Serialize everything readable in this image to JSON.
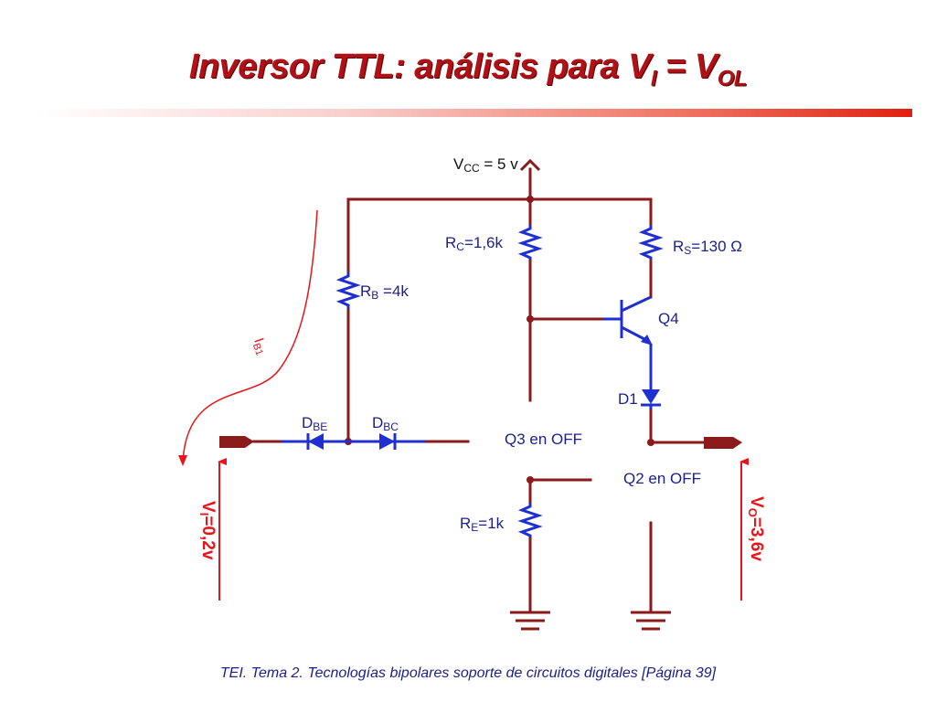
{
  "title": {
    "main": "Inversor TTL: análisis para V",
    "sub1": "I",
    "mid": " = V",
    "sub2": "OL"
  },
  "labels": {
    "vcc": "V",
    "vcc_sub": "CC",
    "vcc_val": " = 5 v",
    "rc": "R",
    "rc_sub": "C",
    "rc_val": "=1,6k",
    "rs": "R",
    "rs_sub": "S",
    "rs_val": "=130 Ω",
    "rb": "R",
    "rb_sub": "B",
    "rb_val": " =4k",
    "re": "R",
    "re_sub": "E",
    "re_val": "=1k",
    "q4": "Q4",
    "d1": "D1",
    "dbe": "D",
    "dbe_sub": "BE",
    "dbc": "D",
    "dbc_sub": "BC",
    "q3": "Q3 en OFF",
    "q2": "Q2 en OFF",
    "ib": "I",
    "ib_sub": "B1",
    "vi": "V",
    "vi_sub": "I",
    "vi_val": "=0,2v",
    "vo": "V",
    "vo_sub": "O",
    "vo_val": "=3,6v"
  },
  "colors": {
    "wire": "#8b1a1a",
    "component": "#1f2fd0",
    "annotation": "#e8141a",
    "title": "#b01016",
    "label": "#1a1f8c"
  },
  "footer": "TEI. Tema 2. Tecnologías bipolares soporte de circuitos digitales [Página 39]"
}
